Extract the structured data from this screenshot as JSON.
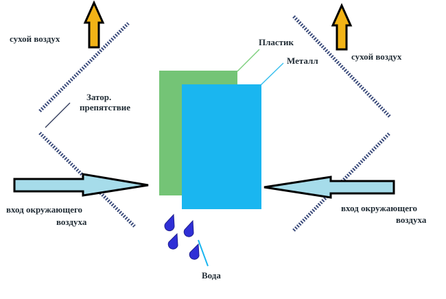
{
  "labels": {
    "dry_air_left": "сухой воздух",
    "dry_air_right": "сухой воздух",
    "plastic": "Пластик",
    "metal": "Металл",
    "obstacle_line1": "Затор.",
    "obstacle_line2": "препятствие",
    "ambient_left_line1": "вход окружающего",
    "ambient_left_line2": "воздуха",
    "ambient_right_line1": "вход окружающего",
    "ambient_right_line2": "воздуха",
    "water": "Вода"
  },
  "colors": {
    "plastic": "#74c476",
    "metal": "#1ab6f0",
    "inlet_arrow_fill": "#a6dcea",
    "outlet_arrow_fill": "#f2b316",
    "baffle": "#3a4a7a",
    "water_drop": "#2f2fd6",
    "leader_plastic": "#7fd07f",
    "leader_metal": "#3cc0ee"
  }
}
